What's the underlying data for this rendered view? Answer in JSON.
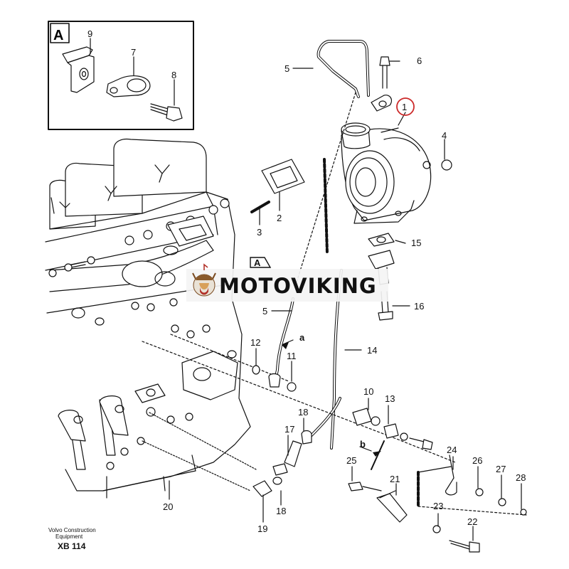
{
  "inset": {
    "letter": "A",
    "callouts": [
      "9",
      "7",
      "8"
    ]
  },
  "callouts": {
    "c1": "1",
    "c2": "2",
    "c3": "3",
    "c4": "4",
    "c5_top": "5",
    "c5_mid": "5",
    "c6": "6",
    "c10": "10",
    "c11": "11",
    "c12": "12",
    "c13": "13",
    "c14": "14",
    "c15": "15",
    "c16": "16",
    "c17": "17",
    "c18_top": "18",
    "c18_bot": "18",
    "c19": "19",
    "c20": "20",
    "c21": "21",
    "c22": "22",
    "c23": "23",
    "c24": "24",
    "c25": "25",
    "c26": "26",
    "c27": "27",
    "c28": "28"
  },
  "refs": {
    "a": "a",
    "b": "b",
    "view_marker": "A"
  },
  "footer": {
    "maker_line1": "Volvo Construction",
    "maker_line2": "Equipment",
    "code": "XB 114"
  },
  "watermark": {
    "text": "MOTOVIKING",
    "logo": "viking-logo"
  },
  "colors": {
    "line": "#111111",
    "highlight": "#cc2a2a",
    "paper": "#ffffff",
    "watermark_bg": "#f4f4f4"
  }
}
